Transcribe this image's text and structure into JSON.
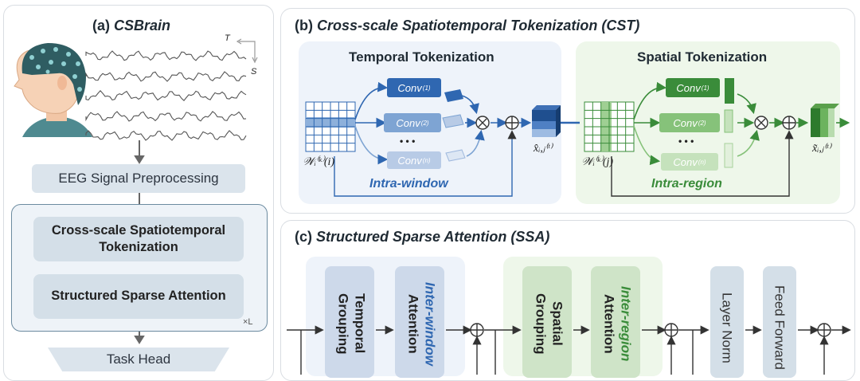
{
  "panel_a": {
    "title_prefix": "(a) ",
    "title_name": "CSBrain",
    "axis_t": "T",
    "axis_s": "S",
    "preprocess_label": "EEG Signal Preprocessing",
    "cst_module_label": "Cross-scale Spatiotemporal Tokenization",
    "ssa_module_label": "Structured Sparse Attention",
    "repeat_label": "×L",
    "task_head_label": "Task Head"
  },
  "panel_b": {
    "title_prefix": "(b) ",
    "title_name": "Cross-scale Spatiotemporal Tokenization (CST)",
    "temporal_title": "Temporal Tokenization",
    "spatial_title": "Spatial Tokenization",
    "conv_base": "Conv",
    "conv_subs": [
      "(1)",
      "(2)",
      "(n)"
    ],
    "ellipsis": "• • •",
    "input_temporal": "𝒲ᵢ⁽ᵏ⁾(i)",
    "input_spatial": "𝒲ᵢ⁽ᵏ⁾(j)",
    "output_temporal": "x̂ᵢ,ⱼ⁽ᵗ⁾",
    "output_spatial": "x̃ᵢ,ⱼ⁽ᵗ⁾",
    "intra_window": "Intra-window",
    "intra_region": "Intra-region",
    "multiply_symbol": "⊗",
    "add_symbol": "⊕"
  },
  "panel_c": {
    "title_prefix": "(c) ",
    "title_name": "Structured Sparse Attention (SSA)",
    "temporal_grouping": "Temporal Grouping",
    "inter_window": "Inter-window",
    "attention": "Attention",
    "spatial_grouping": "Spatial Grouping",
    "inter_region": "Inter-region",
    "layer_norm": "Layer Norm",
    "feed_forward": "Feed Forward"
  },
  "colors": {
    "blue_dark": "#2f67b1",
    "blue_mid": "#7ea4d3",
    "blue_light": "#b8cbe6",
    "green_dark": "#3a8c3a",
    "green_mid": "#86c27a",
    "green_light": "#c5e2bc",
    "panel_blue_bg": "#eef3fa",
    "panel_green_bg": "#eef7ea",
    "cap_teal": "#2f5d62"
  }
}
